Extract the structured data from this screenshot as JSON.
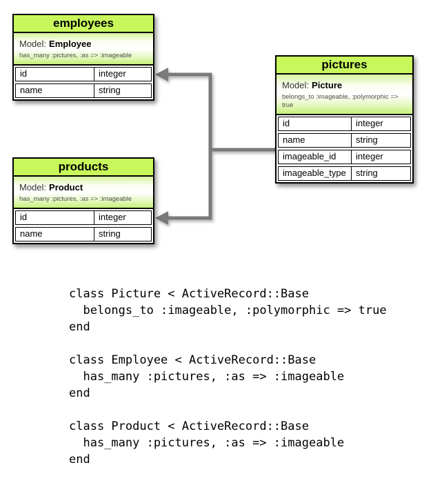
{
  "colors": {
    "header-green": "#c8f75c",
    "connector-gray": "#7a7a7a"
  },
  "diagram": {
    "tables": [
      {
        "name": "employees",
        "model_label": "Model:",
        "model_name": "Employee",
        "association": "has_many :pictures, :as => :imageable",
        "columns": [
          {
            "field": "id",
            "type": "integer"
          },
          {
            "field": "name",
            "type": "string"
          }
        ]
      },
      {
        "name": "pictures",
        "model_label": "Model:",
        "model_name": "Picture",
        "association": "belongs_to :imageable, :polymorphic => true",
        "columns": [
          {
            "field": "id",
            "type": "integer"
          },
          {
            "field": "name",
            "type": "string"
          },
          {
            "field": "imageable_id",
            "type": "integer"
          },
          {
            "field": "imageable_type",
            "type": "string"
          }
        ]
      },
      {
        "name": "products",
        "model_label": "Model:",
        "model_name": "Product",
        "association": "has_many :pictures, :as => :imageable",
        "columns": [
          {
            "field": "id",
            "type": "integer"
          },
          {
            "field": "name",
            "type": "string"
          }
        ]
      }
    ]
  },
  "code": {
    "lines": [
      "class Picture < ActiveRecord::Base",
      "  belongs_to :imageable, :polymorphic => true",
      "end",
      "",
      "class Employee < ActiveRecord::Base",
      "  has_many :pictures, :as => :imageable",
      "end",
      "",
      "class Product < ActiveRecord::Base",
      "  has_many :pictures, :as => :imageable",
      "end"
    ]
  }
}
